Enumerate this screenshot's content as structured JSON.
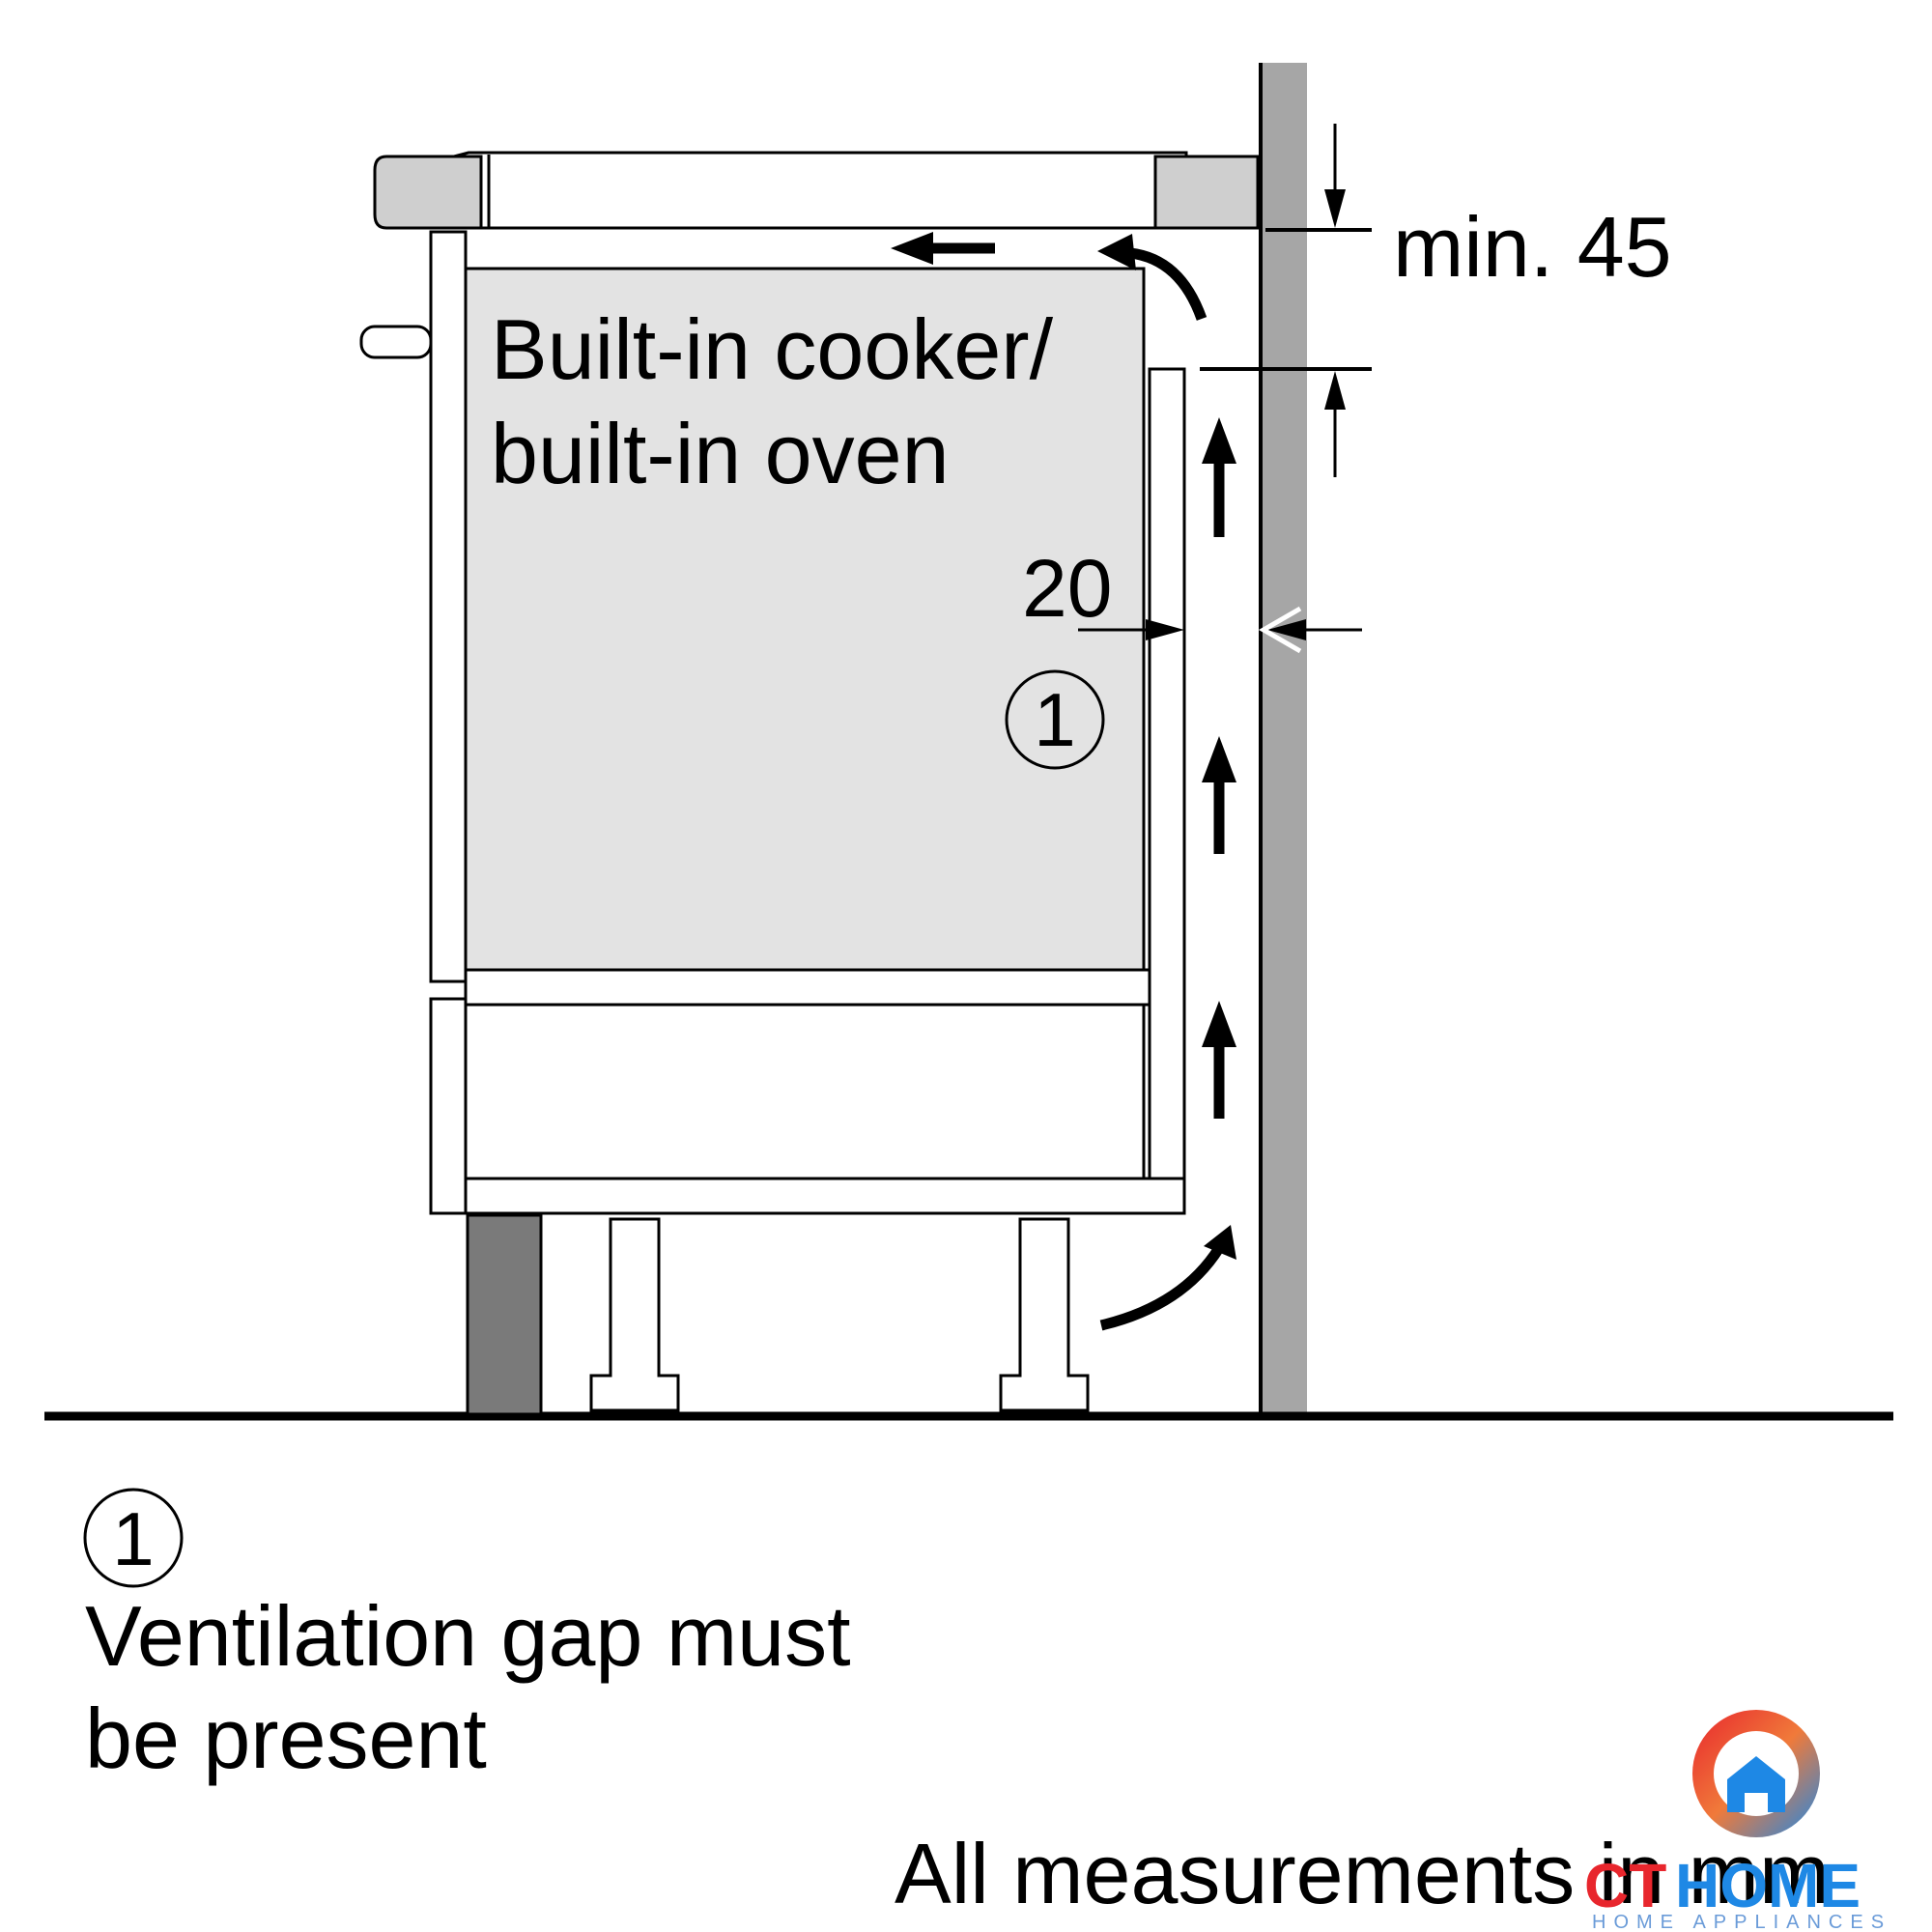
{
  "labels": {
    "appliance_line1": "Built-in cooker/",
    "appliance_line2": "built-in oven",
    "gap_dimension": "20",
    "top_dimension": "min. 45",
    "marker_number": "1",
    "legend_number": "1",
    "legend_line1": "Ventilation gap must",
    "legend_line2": "be present",
    "footnote": "All measurements in mm"
  },
  "logo": {
    "brand_ct": "CT",
    "brand_home": "HOME",
    "tagline": "HOME APPLIANCES"
  },
  "colors": {
    "line": "#000000",
    "appliance_fill": "#e3e3e3",
    "worktop_fill": "#cfcfcf",
    "wall_fill": "#a6a6a6",
    "plinth_fill": "#7a7a7a",
    "logo_red": "#e8262d",
    "logo_blue": "#1e88e5"
  }
}
